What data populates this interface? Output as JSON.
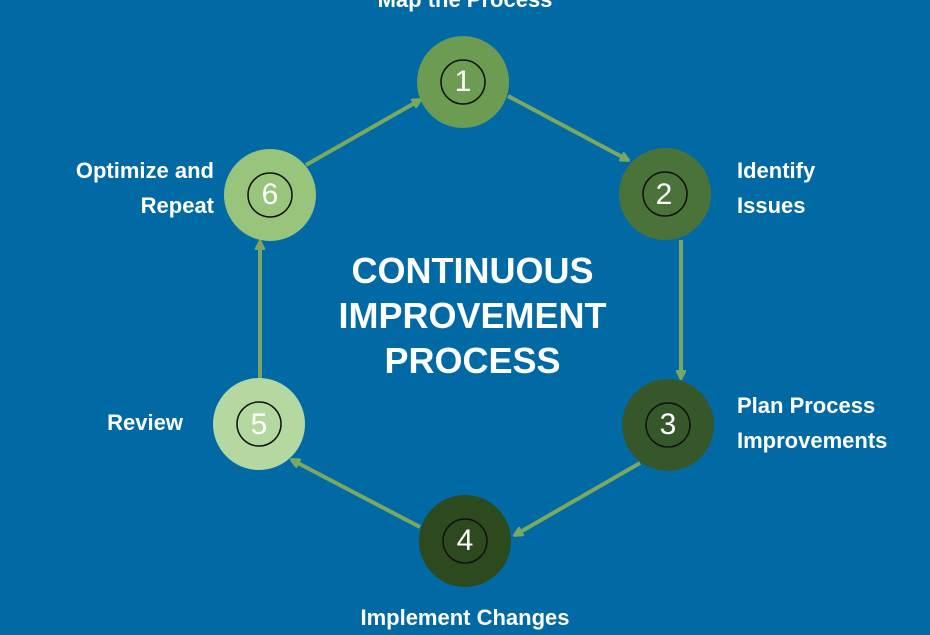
{
  "title": [
    "CONTINUOUS",
    "IMPROVEMENT",
    "PROCESS"
  ],
  "steps": [
    {
      "number": "1",
      "label": "Map the Process",
      "color": "#6c9b52"
    },
    {
      "number": "2",
      "label": "Identify Issues",
      "color": "#4a7339"
    },
    {
      "number": "3",
      "label": "Plan Process Improvements",
      "color": "#36572a"
    },
    {
      "number": "4",
      "label": "Implement Changes",
      "color": "#2c4a1e"
    },
    {
      "number": "5",
      "label": "Review",
      "color": "#b5d8a1"
    },
    {
      "number": "6",
      "label": "Optimize and Repeat",
      "color": "#98c47c"
    }
  ],
  "colors": {
    "background": "#016aa5",
    "arrow": "#7aa860"
  }
}
